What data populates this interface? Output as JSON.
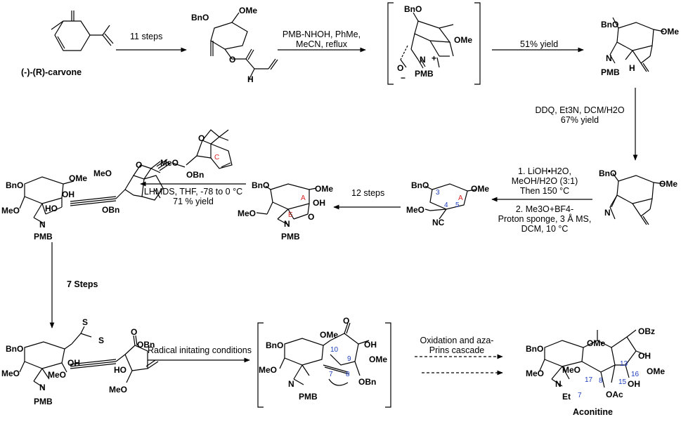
{
  "labels": {
    "carvone": "(-)-(R)-carvone",
    "aconitine": "Aconitine"
  },
  "conditions": {
    "r1": "11 steps",
    "r2a": "PMB-NHOH, PhMe,",
    "r2b": "MeCN, reflux",
    "r3": "51% yield",
    "r4a": "DDQ, Et3N, DCM/H2O",
    "r4b": "67% yield",
    "r5a": "1. LiOH•H2O,",
    "r5b": "MeOH/H2O (3:1)",
    "r5c": "Then 150 °C",
    "r5d": "2. Me3O+BF4-",
    "r5e": "Proton sponge, 3 Å MS,",
    "r5f": "DCM, 10 °C",
    "r6": "12 steps",
    "r7a": "LHMDS, THF, -78 to 0 °C",
    "r7b": "71 % yield",
    "r8": "7 Steps",
    "r9": "Radical initating conditions",
    "r10a": "Oxidation and aza-",
    "r10b": "Prins cascade"
  },
  "groups": {
    "bno": "BnO",
    "ome": "OMe",
    "meo": "MeO",
    "pmb": "PMB",
    "obn": "OBn",
    "oh": "OH",
    "ho": "HO",
    "n": "N",
    "o": "O",
    "h": "H",
    "nc": "NC",
    "s": "S",
    "obz": "OBz",
    "oac": "OAc",
    "et": "Et",
    "meo2": "MeO",
    "plus": "+",
    "minus": "−"
  },
  "numbers": {
    "n3": "3",
    "n4": "4",
    "n5": "5",
    "n10": "10",
    "n9": "9",
    "n8": "8",
    "n7": "7",
    "n13": "13",
    "n16": "16",
    "n15": "15",
    "n17": "17"
  },
  "ring_labels": {
    "A": "A",
    "C": "C",
    "E": "E"
  }
}
